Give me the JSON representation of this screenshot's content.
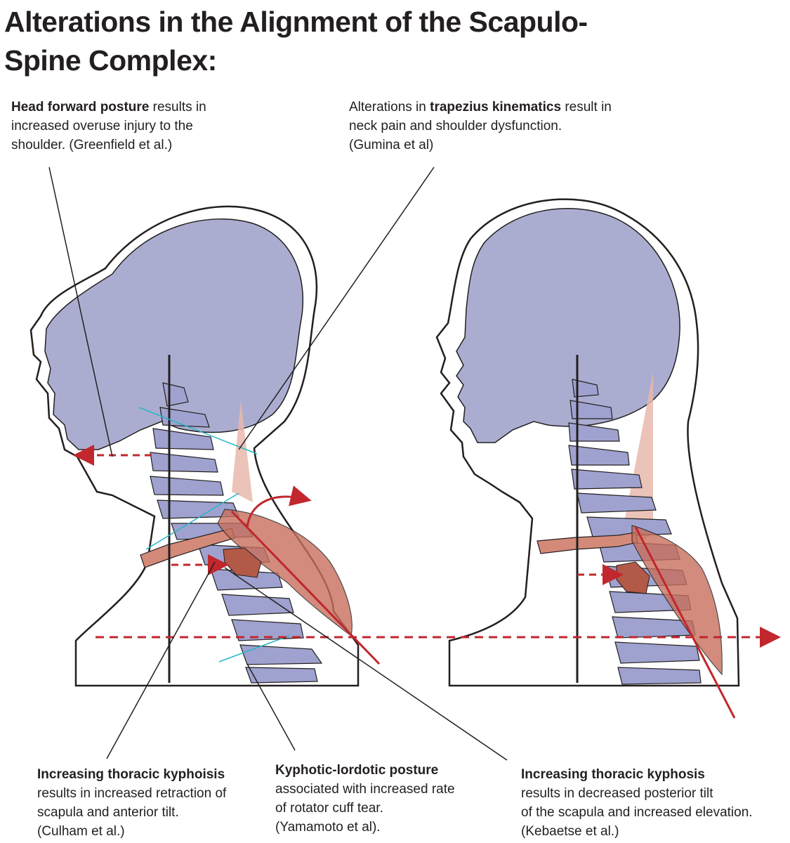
{
  "title": "Alterations in the Alignment of the Scapulo-Spine Complex:",
  "callouts": {
    "head_forward": {
      "bold": "Head forward posture",
      "text_a": " results in increased overuse injury to the shoulder. (Greenfield et al.)"
    },
    "trapezius": {
      "pre": "Alterations in ",
      "bold": "trapezius kinematics",
      "text_a": " result in neck pain and shoulder dysfunction. (Gumina et al)"
    },
    "thoracic_kyphoisis": {
      "bold": "Increasing thoracic kyphoisis",
      "line1": "results in increased retraction of",
      "line2": "scapula and anterior tilt.",
      "line3": "(Culham et al.)"
    },
    "kyphotic_lordotic": {
      "bold": "Kyphotic-lordotic posture",
      "line1": "associated with increased rate",
      "line2": "of rotator cuff tear.",
      "line3": "(Yamamoto et al)."
    },
    "thoracic_kyphosis": {
      "bold": "Increasing thoracic kyphosis",
      "line1": "results in decreased posterior tilt",
      "line2": "of the scapula and increased elevation.",
      "line3": "(Kebaetse et al.)"
    }
  },
  "colors": {
    "skull": "#abadd0",
    "vertebra": "#9fa2cf",
    "muscle": "#c76f5c",
    "muscle_light": "#e8b9ab",
    "arrow_red": "#c1272d",
    "guide_cyan": "#29b6c8",
    "outline": "#231f20"
  }
}
